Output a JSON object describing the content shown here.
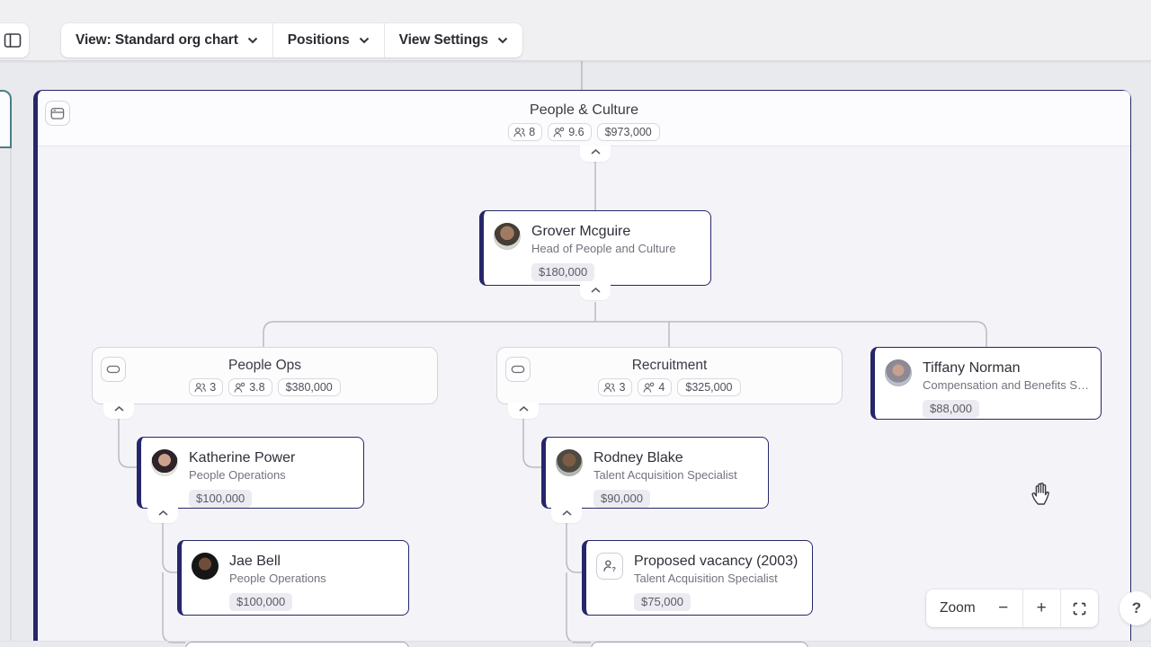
{
  "toolbar": {
    "view": "View: Standard org chart",
    "positions": "Positions",
    "view_settings": "View Settings"
  },
  "root": {
    "title": "People & Culture",
    "headcount": "8",
    "avg": "9.6",
    "cost": "$973,000"
  },
  "groups": {
    "people_ops": {
      "title": "People Ops",
      "headcount": "3",
      "avg": "3.8",
      "cost": "$380,000"
    },
    "recruitment": {
      "title": "Recruitment",
      "headcount": "3",
      "avg": "4",
      "cost": "$325,000"
    }
  },
  "people": {
    "grover": {
      "name": "Grover Mcguire",
      "title": "Head of People and Culture",
      "salary": "$180,000"
    },
    "tiffany": {
      "name": "Tiffany Norman",
      "title": "Compensation and Benefits S…",
      "salary": "$88,000"
    },
    "katherine": {
      "name": "Katherine Power",
      "title": "People Operations",
      "salary": "$100,000"
    },
    "rodney": {
      "name": "Rodney Blake",
      "title": "Talent Acquisition Specialist",
      "salary": "$90,000"
    },
    "jae": {
      "name": "Jae Bell",
      "title": "People Operations",
      "salary": "$100,000"
    },
    "vacancy": {
      "name": "Proposed vacancy (2003)",
      "title": "Talent Acquisition Specialist",
      "salary": "$75,000"
    }
  },
  "zoom_control": {
    "label": "Zoom",
    "minus": "−",
    "plus": "+"
  },
  "help": {
    "label": "?"
  },
  "colors": {
    "accent": "#26266b",
    "connector": "#b9b9c1"
  }
}
